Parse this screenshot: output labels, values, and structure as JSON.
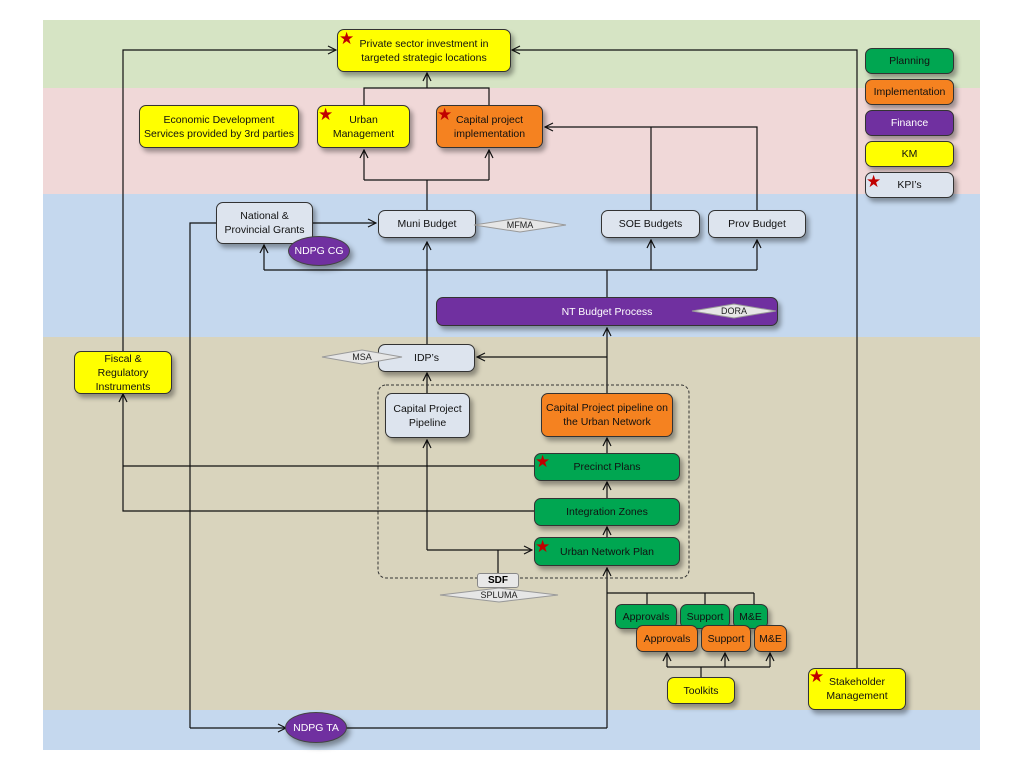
{
  "colors": {
    "planning": "#00a651",
    "implementation": "#f58220",
    "finance": "#7030a0",
    "km": "#ffff00",
    "band_green": "#d6e4c4",
    "band_pink": "#f0d8d8",
    "band_blue": "#c5d8ee",
    "band_tan": "#d9d4bd"
  },
  "legend": {
    "planning": "Planning",
    "implementation": "Implementation",
    "finance": "Finance",
    "km": "KM",
    "kpis": "KPI’s"
  },
  "nodes": {
    "private_sector": "Private sector investment in targeted strategic locations",
    "econ_dev": "Economic Development Services provided by 3rd parties",
    "urban_mgmt": "Urban Management",
    "capital_impl": "Capital project implementation",
    "national_grants": "National & Provincial Grants",
    "ndpg_cg": "NDPG CG",
    "muni_budget": "Muni Budget",
    "mfma": "MFMA",
    "soe_budgets": "SOE Budgets",
    "prov_budget": "Prov Budget",
    "nt_budget": "NT Budget Process",
    "dora": "DORA",
    "fiscal": "Fiscal & Regulatory Instruments",
    "msa": "MSA",
    "idps": "IDP’s",
    "cap_pipeline": "Capital Project Pipeline",
    "cap_pipeline_urban": "Capital Project pipeline on the Urban Network",
    "precinct": "Precinct Plans",
    "integration": "Integration Zones",
    "urban_network": "Urban Network Plan",
    "sdf": "SDF",
    "spluma": "SPLUMA",
    "approvals_top": "Approvals",
    "support_top": "Support",
    "me_top": "M&E",
    "approvals_bottom": "Approvals",
    "support_bottom": "Support",
    "me_bottom": "M&E",
    "toolkits": "Toolkits",
    "stakeholder": "Stakeholder Management",
    "ndpg_ta": "NDPG TA"
  },
  "icons": {
    "kpi_marker": "red-star-icon"
  }
}
